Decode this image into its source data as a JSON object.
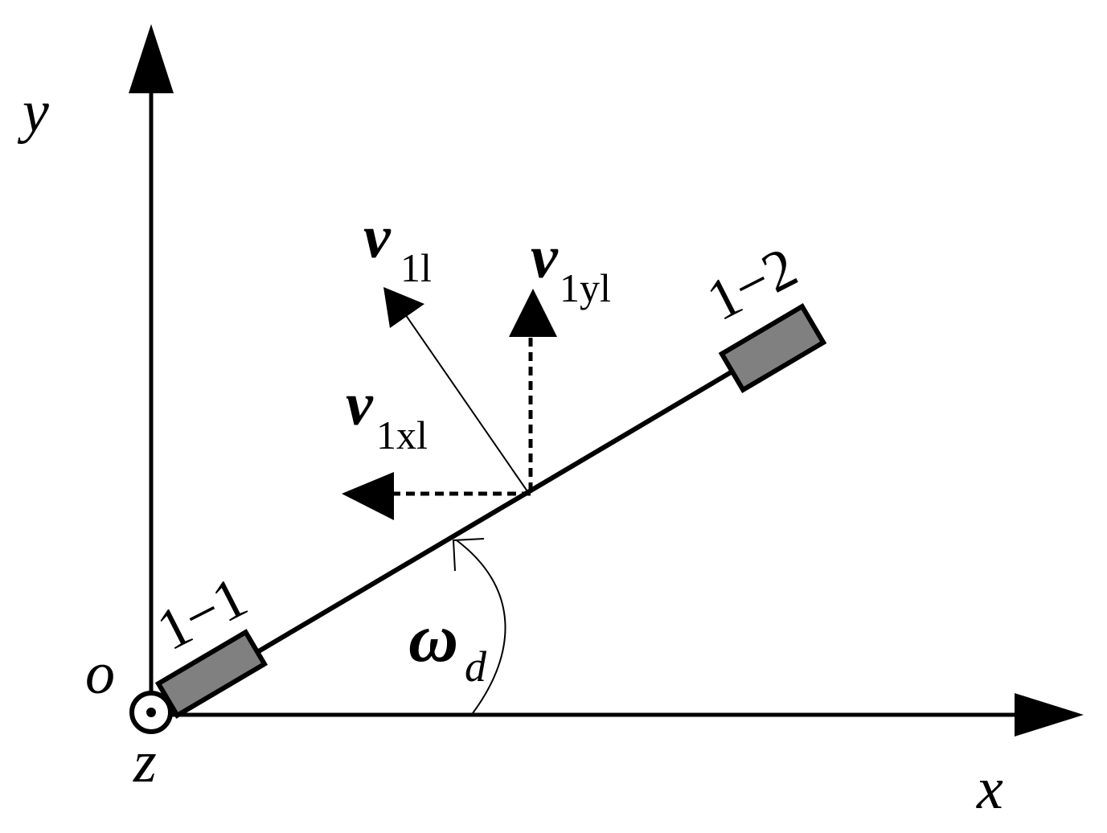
{
  "axes": {
    "x_label": "x",
    "y_label": "y",
    "z_label": "z",
    "origin_label": "o"
  },
  "wheels": {
    "wheel_1": "1−1",
    "wheel_2": "1−2"
  },
  "velocities": {
    "v1l_main": "v",
    "v1l_sub": "1l",
    "v1xl_main": "v",
    "v1xl_sub": "1xl",
    "v1yl_main": "v",
    "v1yl_sub": "1yl"
  },
  "angle": {
    "main": "ω",
    "sub": "d"
  },
  "colors": {
    "ink": "#000000",
    "wheel_fill": "#808080",
    "background": "#ffffff"
  }
}
